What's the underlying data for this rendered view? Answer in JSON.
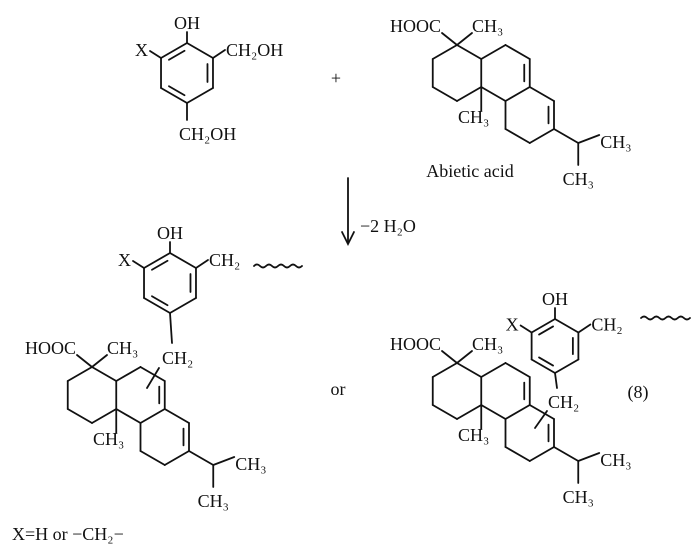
{
  "reaction": {
    "reactant1": {
      "oh": "OH",
      "x": "X",
      "ch2oh_side": "CH₂OH",
      "ch2oh_para": "CH₂OH"
    },
    "plus": "+",
    "reactant2": {
      "hooc": "HOOC",
      "ch3_top": "CH₃",
      "ch3_angular": "CH₃",
      "ch3_iso1": "CH₃",
      "ch3_iso2": "CH₃",
      "name": "Abietic acid"
    },
    "arrow_label": "−2 H₂O",
    "product1": {
      "oh": "OH",
      "x": "X",
      "ch2_side": "CH₂",
      "ch2_link": "CH₂",
      "hooc": "HOOC",
      "ch3_top": "CH₃",
      "ch3_angular": "CH₃",
      "ch3_iso1": "CH₃",
      "ch3_iso2": "CH₃"
    },
    "or": "or",
    "product2": {
      "oh": "OH",
      "x": "X",
      "ch2_side": "CH₂",
      "ch2_link": "CH₂",
      "hooc": "HOOC",
      "ch3_top": "CH₃",
      "ch3_angular": "CH₃",
      "ch3_iso1": "CH₃",
      "ch3_iso2": "CH₃"
    },
    "equation_number": "(8)",
    "footnote": "X=H or −CH₂−"
  }
}
